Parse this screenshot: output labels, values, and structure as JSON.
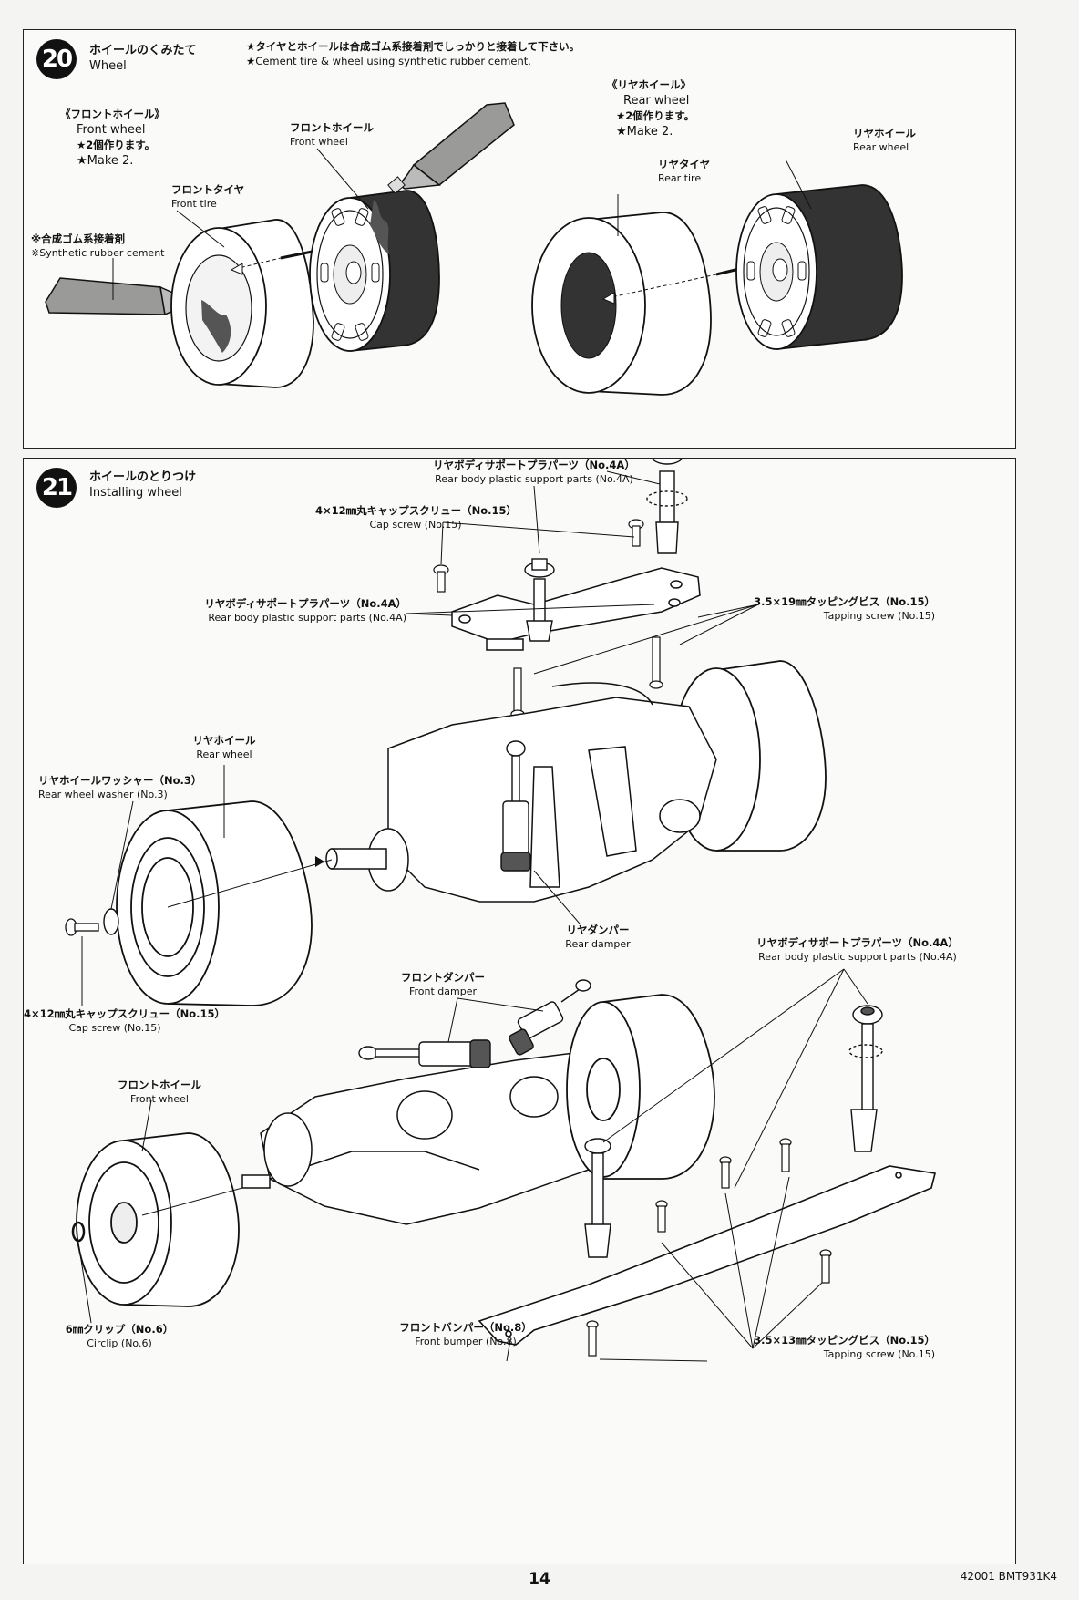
{
  "step20": {
    "number": "20",
    "title_ja": "ホイールのくみたて",
    "title_en": "Wheel",
    "note_ja": "★タイヤとホイールは合成ゴム系接着剤でしっかりと接着して下さい。",
    "note_en": "★Cement tire & wheel using synthetic rubber cement.",
    "front": {
      "heading_ja": "《フロントホイール》",
      "heading_en": "Front wheel",
      "make_ja": "★2個作ります。",
      "make_en": "★Make 2.",
      "tire_ja": "フロントタイヤ",
      "tire_en": "Front tire",
      "wheel_ja": "フロントホイール",
      "wheel_en": "Front wheel",
      "cement_ja": "※合成ゴム系接着剤",
      "cement_en": "※Synthetic rubber cement"
    },
    "rear": {
      "heading_ja": "《リヤホイール》",
      "heading_en": "Rear wheel",
      "make_ja": "★2個作ります。",
      "make_en": "★Make 2.",
      "tire_ja": "リヤタイヤ",
      "tire_en": "Rear tire",
      "wheel_ja": "リヤホイール",
      "wheel_en": "Rear wheel"
    }
  },
  "step21": {
    "number": "21",
    "title_ja": "ホイールのとりつけ",
    "title_en": "Installing wheel",
    "labels": {
      "rear_support_top_ja": "リヤボディサポートプラパーツ（No.4A）",
      "rear_support_top_en": "Rear body plastic support parts (No.4A)",
      "cap_screw_top_ja": "4×12㎜丸キャップスクリュー（No.15）",
      "cap_screw_top_en": "Cap screw (No.15)",
      "rear_support_left_ja": "リヤボディサポートプラパーツ（No.4A）",
      "rear_support_left_en": "Rear body plastic support parts (No.4A)",
      "tapping19_ja": "3.5×19㎜タッピングビス（No.15）",
      "tapping19_en": "Tapping screw (No.15)",
      "rear_wheel_ja": "リヤホイール",
      "rear_wheel_en": "Rear wheel",
      "rear_washer_ja": "リヤホイールワッシャー（No.3）",
      "rear_washer_en": "Rear wheel washer (No.3)",
      "rear_damper_ja": "リヤダンパー",
      "rear_damper_en": "Rear damper",
      "cap_screw_left_ja": "4×12㎜丸キャップスクリュー（No.15）",
      "cap_screw_left_en": "Cap screw (No.15)",
      "front_damper_ja": "フロントダンパー",
      "front_damper_en": "Front damper",
      "rear_support_right_ja": "リヤボディサポートプラパーツ（No.4A）",
      "rear_support_right_en": "Rear body plastic support parts (No.4A)",
      "front_wheel_ja": "フロントホイール",
      "front_wheel_en": "Front wheel",
      "circlip_ja": "6㎜クリップ（No.6）",
      "circlip_en": "Circlip (No.6)",
      "front_bumper_ja": "フロントバンパー（No.8）",
      "front_bumper_en": "Front bumper (No.8)",
      "tapping13_ja": "3.5×13㎜タッピングビス（No.15）",
      "tapping13_en": "Tapping screw (No.15)"
    }
  },
  "footer": {
    "page_number": "14",
    "code": "42001 BMT931K4"
  }
}
